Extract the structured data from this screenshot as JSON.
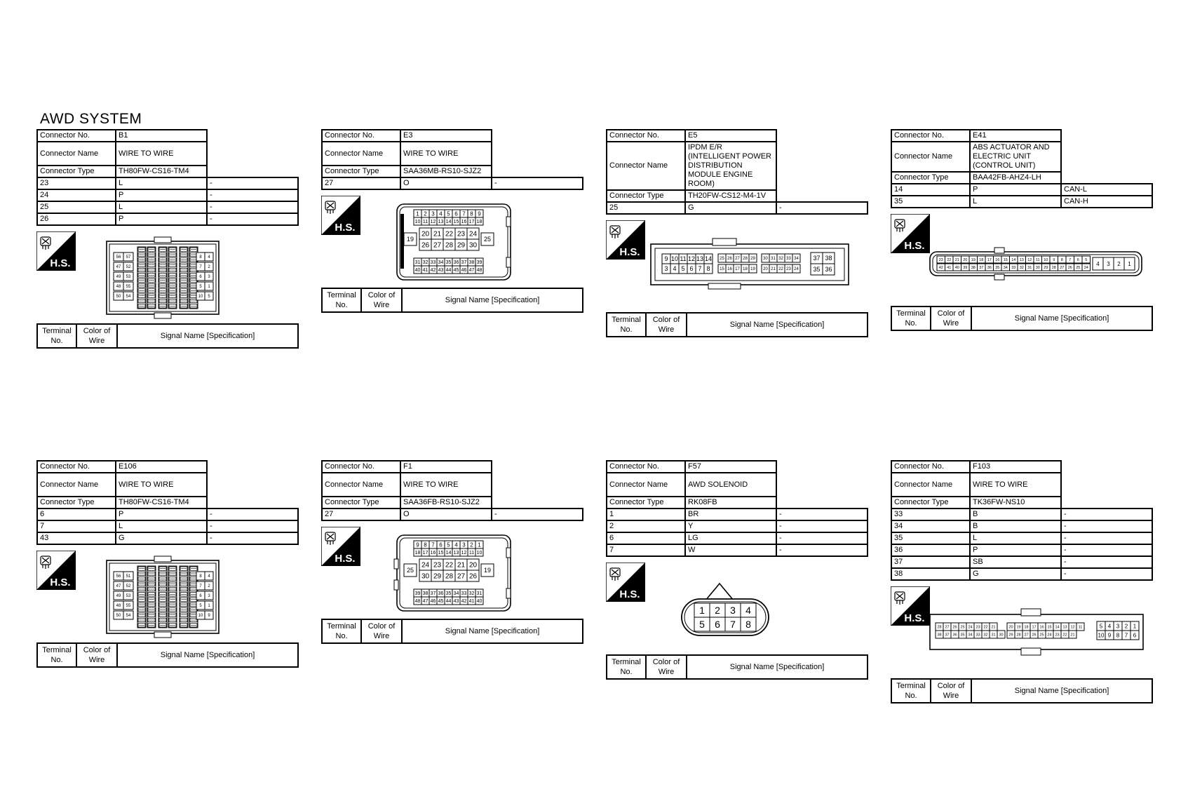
{
  "page": {
    "title": "AWD SYSTEM"
  },
  "labels": {
    "connector_no": "Connector No.",
    "connector_name": "Connector Name",
    "connector_type": "Connector Type",
    "hs": "H.S.",
    "terminal_no": "Terminal No.",
    "color_of_wire": "Color of Wire",
    "signal_name": "Signal Name [Specification]"
  },
  "connectors": [
    {
      "no": "B1",
      "name": "WIRE TO WIRE",
      "type": "TH80FW-CS16-TM4",
      "rows": [
        [
          "23",
          "L",
          "-"
        ],
        [
          "24",
          "P",
          "-"
        ],
        [
          "25",
          "L",
          "-"
        ],
        [
          "26",
          "P",
          "-"
        ]
      ]
    },
    {
      "no": "E3",
      "name": "WIRE TO WIRE",
      "type": "SAA36MB-RS10-SJZ2",
      "rows": [
        [
          "27",
          "O",
          "-"
        ]
      ]
    },
    {
      "no": "E5",
      "name": "IPDM E/R (INTELLIGENT POWER DISTRIBUTION MODULE ENGINE ROOM)",
      "type": "TH20FW-CS12-M4-1V",
      "rows": [
        [
          "25",
          "G",
          "-"
        ]
      ]
    },
    {
      "no": "E41",
      "name": "ABS ACTUATOR AND ELECTRIC UNIT (CONTROL UNIT)",
      "type": "BAA42FB-AHZ4-LH",
      "rows": [
        [
          "14",
          "P",
          "CAN-L"
        ],
        [
          "35",
          "L",
          "CAN-H"
        ]
      ]
    },
    {
      "no": "E106",
      "name": "WIRE TO WIRE",
      "type": "TH80FW-CS16-TM4",
      "rows": [
        [
          "6",
          "P",
          "-"
        ],
        [
          "7",
          "L",
          "-"
        ],
        [
          "43",
          "G",
          "-"
        ]
      ]
    },
    {
      "no": "F1",
      "name": "WIRE TO WIRE",
      "type": "SAA36FB-RS10-SJZ2",
      "rows": [
        [
          "27",
          "O",
          "-"
        ]
      ]
    },
    {
      "no": "F57",
      "name": "AWD SOLENOID",
      "type": "RK08FB",
      "rows": [
        [
          "1",
          "BR",
          "-"
        ],
        [
          "2",
          "Y",
          "-"
        ],
        [
          "6",
          "LG",
          "-"
        ],
        [
          "7",
          "W",
          "-"
        ]
      ]
    },
    {
      "no": "F103",
      "name": "WIRE TO WIRE",
      "type": "TK36FW-NS10",
      "rows": [
        [
          "33",
          "B",
          "-"
        ],
        [
          "34",
          "B",
          "-"
        ],
        [
          "35",
          "L",
          "-"
        ],
        [
          "36",
          "P",
          "-"
        ],
        [
          "37",
          "SB",
          "-"
        ],
        [
          "38",
          "G",
          "-"
        ]
      ]
    }
  ],
  "pins": {
    "b1_side_left": [
      "56",
      "57",
      "47",
      "52",
      "49",
      "53",
      "48",
      "55",
      "50",
      "54"
    ],
    "b1_side_right": [
      "8",
      "4",
      "7",
      "2",
      "6",
      "3",
      "5",
      "1",
      "10",
      "5"
    ],
    "e106_side_left": [
      "56",
      "51",
      "47",
      "52",
      "49",
      "53",
      "48",
      "55",
      "50",
      "54"
    ],
    "e106_side_right": [
      "8",
      "4",
      "7",
      "2",
      "6",
      "3",
      "5",
      "1",
      "10",
      "9"
    ],
    "e3_top": [
      "1",
      "2",
      "3",
      "4",
      "5",
      "6",
      "7",
      "8",
      "9"
    ],
    "e3_top2": [
      "10",
      "11",
      "12",
      "13",
      "14",
      "15",
      "16",
      "17",
      "18"
    ],
    "e3_mid1": [
      "20",
      "21",
      "22",
      "23",
      "24"
    ],
    "e3_mid2": [
      "26",
      "27",
      "28",
      "29",
      "30"
    ],
    "e3_left": "19",
    "e3_right": "25",
    "e3_bot1": [
      "31",
      "32",
      "33",
      "34",
      "35",
      "36",
      "37",
      "38",
      "39"
    ],
    "e3_bot2": [
      "40",
      "41",
      "42",
      "43",
      "44",
      "45",
      "46",
      "47",
      "48"
    ],
    "f1_top": [
      "9",
      "8",
      "7",
      "6",
      "5",
      "4",
      "3",
      "2",
      "1"
    ],
    "f1_top2": [
      "18",
      "17",
      "16",
      "15",
      "14",
      "13",
      "12",
      "11",
      "10"
    ],
    "f1_mid1": [
      "24",
      "23",
      "22",
      "21",
      "20"
    ],
    "f1_mid2": [
      "30",
      "29",
      "28",
      "27",
      "26"
    ],
    "f1_left": "25",
    "f1_right": "19",
    "f1_bot1": [
      "39",
      "38",
      "37",
      "36",
      "35",
      "34",
      "33",
      "32",
      "31"
    ],
    "f1_bot2": [
      "48",
      "47",
      "46",
      "45",
      "44",
      "43",
      "42",
      "41",
      "40"
    ],
    "e5_a1": [
      "9",
      "10",
      "11",
      "12",
      "13",
      "14"
    ],
    "e5_a2": [
      "3",
      "4",
      "5",
      "6",
      "7",
      "8"
    ],
    "e5_b1": [
      "25",
      "26",
      "27",
      "28",
      "29"
    ],
    "e5_b2": [
      "15",
      "16",
      "17",
      "18",
      "19"
    ],
    "e5_c1": [
      "30",
      "31",
      "32",
      "33",
      "34"
    ],
    "e5_c2": [
      "20",
      "21",
      "22",
      "23",
      "24"
    ],
    "e5_d1": [
      "37",
      "38"
    ],
    "e5_d2": [
      "35",
      "36"
    ],
    "e41_r1": [
      "23",
      "22",
      "21",
      "20",
      "19",
      "18",
      "17",
      "16",
      "15",
      "14",
      "13",
      "12",
      "11",
      "10",
      "9",
      "8",
      "7",
      "6",
      "5"
    ],
    "e41_r2": [
      "42",
      "41",
      "40",
      "39",
      "38",
      "37",
      "36",
      "35",
      "34",
      "33",
      "32",
      "31",
      "30",
      "29",
      "28",
      "27",
      "26",
      "25",
      "24"
    ],
    "e41_end": [
      "4",
      "3",
      "2",
      "1"
    ],
    "f57_top": [
      "1",
      "2",
      "3",
      "4"
    ],
    "f57_bot": [
      "5",
      "6",
      "7",
      "8"
    ],
    "f103_a1": [
      "28",
      "27",
      "26",
      "25",
      "24",
      "23",
      "22",
      "21"
    ],
    "f103_a2": [
      "38",
      "37",
      "36",
      "35",
      "34",
      "33",
      "32",
      "31",
      "30"
    ],
    "f103_b1": [
      "20",
      "19",
      "18",
      "17",
      "16",
      "15",
      "14",
      "13",
      "12",
      "11"
    ],
    "f103_b2": [
      "29",
      "28",
      "27",
      "26",
      "25",
      "24",
      "23",
      "22",
      "21"
    ],
    "f103_c1": [
      "5",
      "4",
      "3",
      "2",
      "1"
    ],
    "f103_c2": [
      "10",
      "9",
      "8",
      "7",
      "6"
    ]
  }
}
